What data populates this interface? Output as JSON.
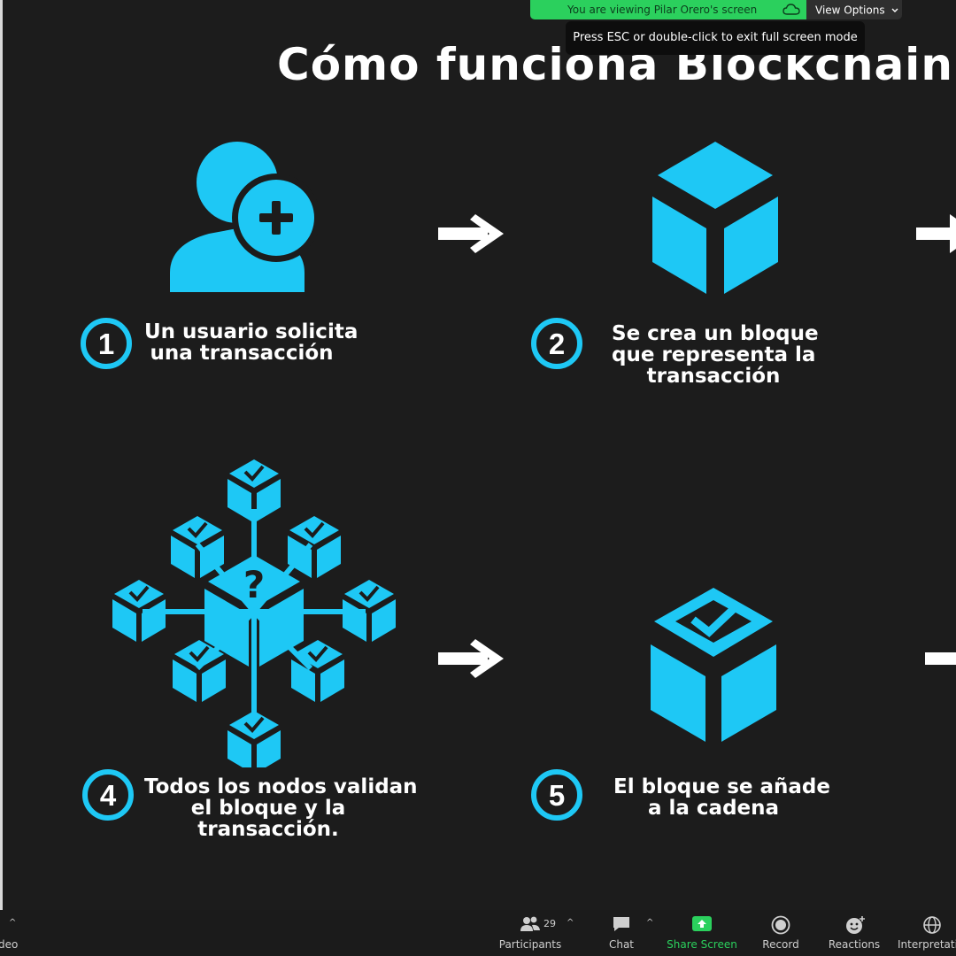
{
  "banner": {
    "viewing_text": "You are viewing Pilar Orero's screen",
    "view_options_label": "View Options",
    "fullscreen_hint": "Press ESC or double-click to exit full screen mode"
  },
  "slide": {
    "title": "Cómo funciona Blockchain: Paso a",
    "accent_color": "#1ec8f5",
    "steps": [
      {
        "number": "1",
        "caption_lines": [
          "Un usuario solicita",
          "una transacción"
        ],
        "icon": "user-add-icon"
      },
      {
        "number": "2",
        "caption_lines": [
          "Se crea un bloque",
          "que representa la",
          "transacción"
        ],
        "icon": "block-cube-icon"
      },
      {
        "number": "4",
        "caption_lines": [
          "Todos los nodos validan",
          "el bloque y la",
          "transacción."
        ],
        "icon": "node-network-icon"
      },
      {
        "number": "5",
        "caption_lines": [
          "El bloque se añade",
          "a la cadena"
        ],
        "icon": "validated-block-icon"
      }
    ]
  },
  "toolbar": {
    "video_label_partial": "deo",
    "participants_label": "Participants",
    "participants_count": "29",
    "chat_label": "Chat",
    "share_label": "Share Screen",
    "record_label": "Record",
    "reactions_label": "Reactions",
    "interpretation_label": "Interpretatio",
    "share_color": "#2bd05d"
  }
}
